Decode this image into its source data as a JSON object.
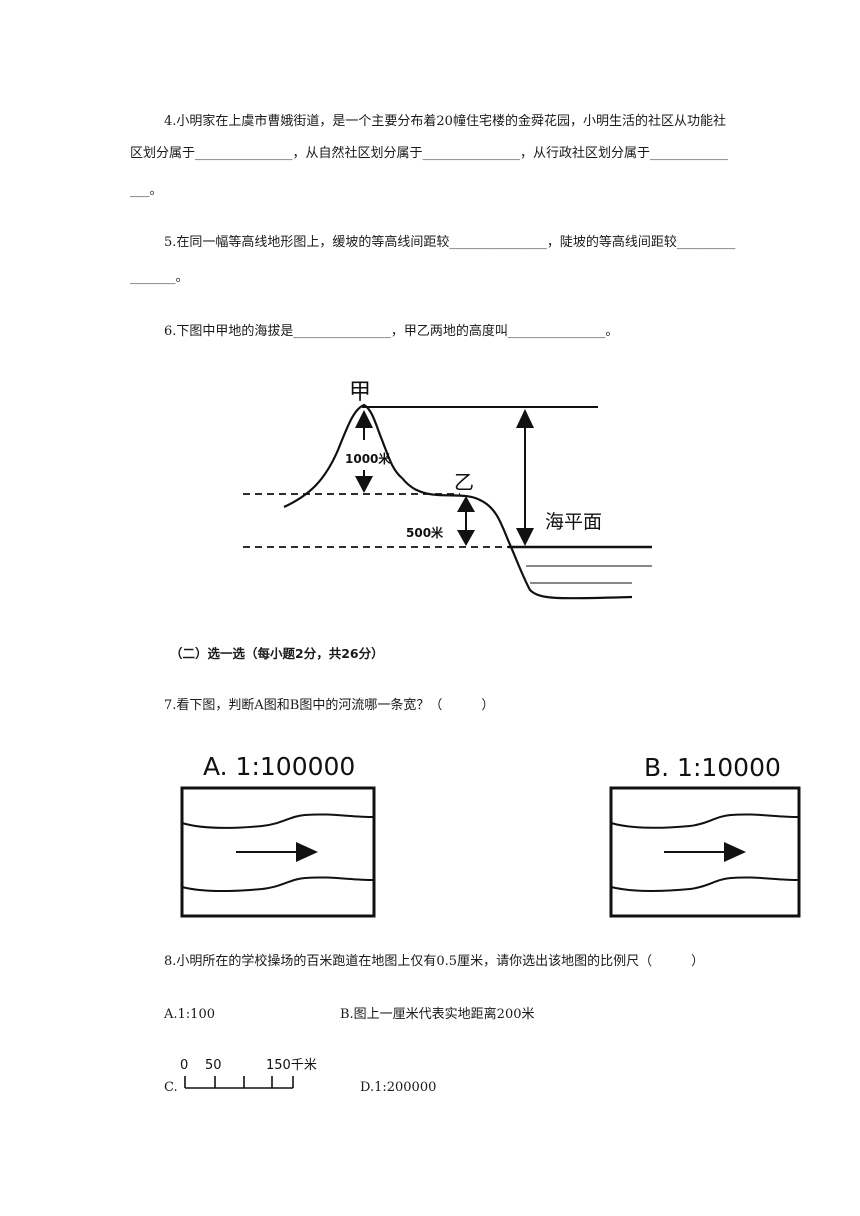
{
  "questions": {
    "q4": {
      "line1": "4.小明家在上虞市曹娥街道，是一个主要分布着20幢住宅楼的金舜花园，小明生活的社区从功能社",
      "line2": "区划分属于_______________，从自然社区划分属于_______________，从行政社区划分属于____________",
      "line3": "___。"
    },
    "q5": {
      "line1": "5.在同一幅等高线地形图上，缓坡的等高线间距较_______________，陡坡的等高线间距较_________",
      "line2": "_______。"
    },
    "q6": {
      "line1": "6.下图中甲地的海拔是_______________，甲乙两地的高度叫_______________。",
      "figure": {
        "label_jia": "甲",
        "label_yi": "乙",
        "label_1000": "1000米",
        "label_500": "500米",
        "label_sea": "海平面"
      }
    },
    "section2": {
      "heading": "（二）选一选（每小题2分，共26分）"
    },
    "q7": {
      "line1": "7.看下图，判断A图和B图中的河流哪一条宽？（　　　）",
      "map_a_title": "A. 1:100000",
      "map_b_title": "B. 1:10000"
    },
    "q8": {
      "line1": "8.小明所在的学校操场的百米跑道在地图上仅有0.5厘米，请你选出该地图的比例尺（　　　）",
      "option_a": "A.1:100",
      "option_b": "B.图上一厘米代表实地距离200米",
      "option_c_label": "C.",
      "scale_0": "0",
      "scale_50": "50",
      "scale_150": "150千米",
      "option_d": "D.1:200000"
    }
  }
}
